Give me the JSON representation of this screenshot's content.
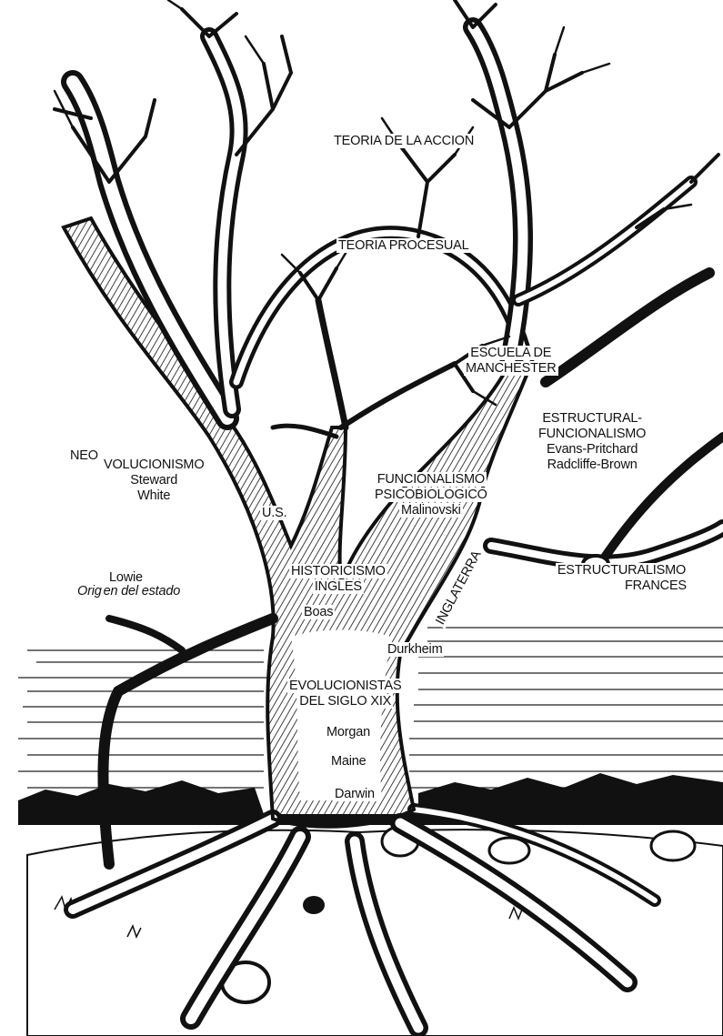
{
  "colors": {
    "ink": "#111111",
    "paper": "#ffffff",
    "sky_lines": "#222222"
  },
  "labels": {
    "teoria_accion": "TEORIA DE LA ACCION",
    "teoria_procesual": "TEORIA PROCESUAL",
    "escuela_manchester_1": "ESCUELA DE",
    "escuela_manchester_2": "MANCHESTER",
    "estructural_funcionalismo_1": "ESTRUCTURAL-",
    "estructural_funcionalismo_2": "FUNCIONALISMO",
    "evans_pritchard": "Evans-Pritchard",
    "radcliffe_brown": "Radcliffe-Brown",
    "neo": "NEO",
    "volucionismo": "VOLUCIONISMO",
    "steward": "Steward",
    "white": "White",
    "funcionalismo_1": "FUNCIONALISMO",
    "funcionalismo_2": "PSICOBIOLOGICO",
    "malinovski": "Malinovski",
    "us": "U.S.",
    "historicismo_1": "HISTORICISMO",
    "historicismo_2": "INGLES",
    "boas": "Boas",
    "origen_a": "Orig",
    "origen_b": "en del estado",
    "lowie": "Lowie",
    "estructuralismo_1": "ESTRUCTURALISMO",
    "estructuralismo_2": "FRANCES",
    "inglaterra": "INGLATERRA",
    "durkheim": "Durkheim",
    "evolucionistas_1": "EVOLUCIONISTAS",
    "evolucionistas_2": "DEL SIGLO XIX",
    "morgan": "Morgan",
    "maine": "Maine",
    "darwin": "Darwin"
  }
}
